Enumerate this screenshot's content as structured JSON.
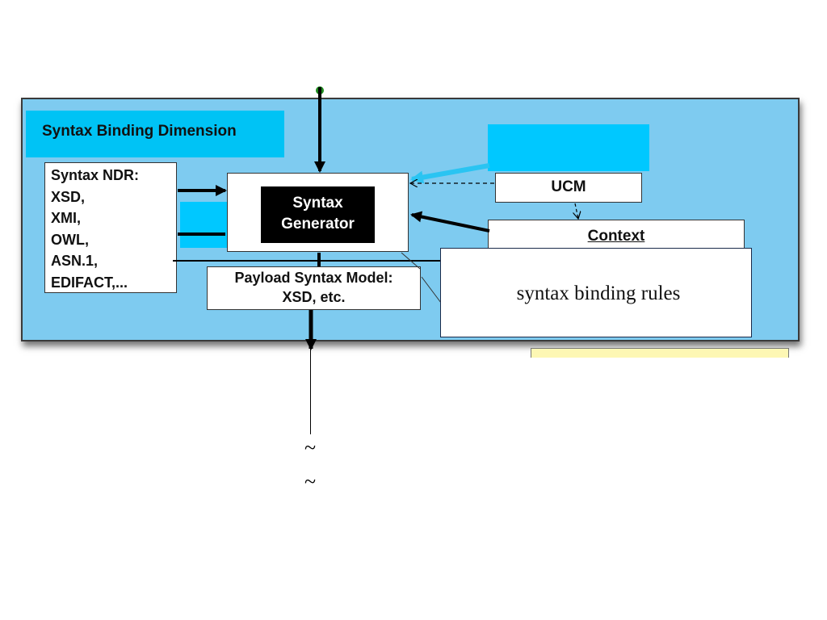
{
  "diagram": {
    "panel_title": "Syntax Binding Dimension",
    "ndr_box": {
      "text": "Syntax NDR:\nXSD,\nXMI,\nOWL,\nASN.1,\nEDIFACT,..."
    },
    "generator_label": "Syntax\nGenerator",
    "ucm_label": "UCM",
    "context_label": "Context",
    "payload_label": "Payload Syntax Model:\nXSD, etc.",
    "overlay_text": "syntax binding rules",
    "tilde_1": "~",
    "tilde_2": "~"
  },
  "colors": {
    "panel_background": "#7ecbf0",
    "callout_cyan": "#00c8ff",
    "title_cyan": "#00c3f5",
    "generator_background": "#000000",
    "note_yellow": "#fdf7b4"
  }
}
